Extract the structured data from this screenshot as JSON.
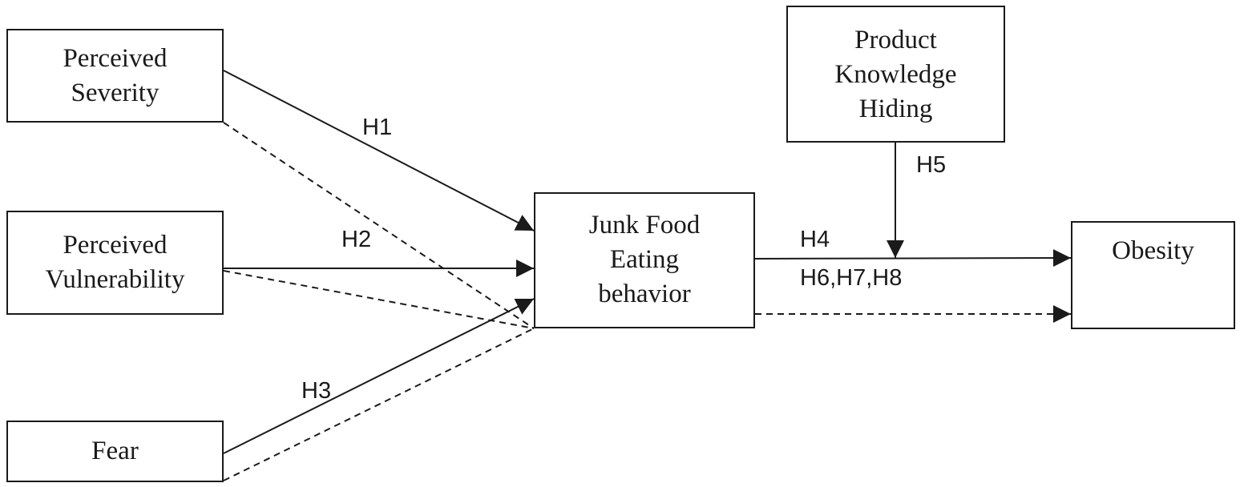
{
  "nodes": {
    "severity": "Perceived\nSeverity",
    "vulnerability": "Perceived\nVulnerability",
    "fear": "Fear",
    "junk_food": "Junk Food\nEating\nbehavior",
    "knowledge_hiding": "Product\nKnowledge\nHiding",
    "obesity": "Obesity"
  },
  "hypotheses": {
    "h1": "H1",
    "h2": "H2",
    "h3": "H3",
    "h4": "H4",
    "h5": "H5",
    "h678": "H6,H7,H8"
  },
  "colors": {
    "stroke": "#1a1a1a",
    "background": "#ffffff"
  }
}
